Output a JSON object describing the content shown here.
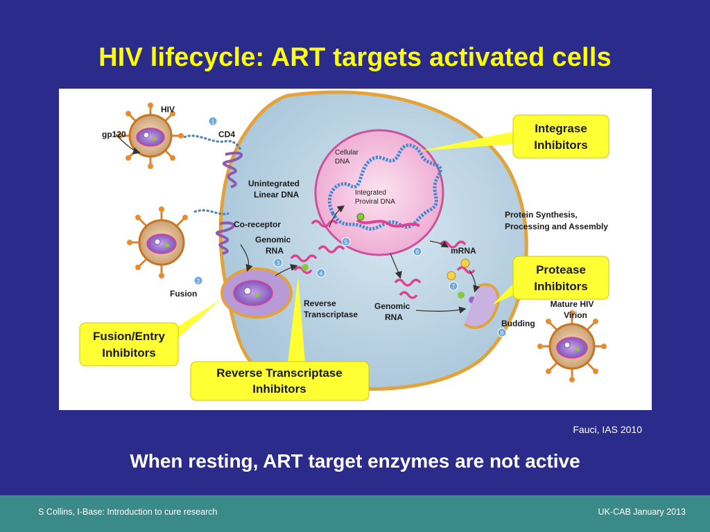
{
  "slide": {
    "title": "HIV lifecycle: ART targets activated cells",
    "credit": "Fauci, IAS 2010",
    "subtitle": "When resting, ART target enzymes are not active"
  },
  "footer": {
    "left": "S Collins, I-Base: Introduction to cure research",
    "right": "UK-CAB January 2013"
  },
  "diagram": {
    "labels": {
      "hiv": "HIV",
      "gp120": "gp120",
      "cd4": "CD4",
      "coreceptor": "Co-receptor",
      "fusion": "Fusion",
      "unintegrated_1": "Unintegrated",
      "unintegrated_2": "Linear DNA",
      "genomic_rna_1_a": "Genomic",
      "genomic_rna_1_b": "RNA",
      "reverse_1": "Reverse",
      "reverse_2": "Transcriptase",
      "cellular_dna_1": "Cellular",
      "cellular_dna_2": "DNA",
      "integrated_1": "Integrated",
      "integrated_2": "Proviral DNA",
      "genomic_rna_2_a": "Genomic",
      "genomic_rna_2_b": "RNA",
      "mrna": "mRNA",
      "protein_1": "Protein Synthesis,",
      "protein_2": "Processing and Assembly",
      "budding": "Budding",
      "mature_1": "Mature HIV",
      "mature_2": "Virion"
    },
    "steps": [
      "1",
      "2",
      "3",
      "4",
      "5",
      "6",
      "7",
      "8"
    ],
    "callouts": {
      "integrase_1": "Integrase",
      "integrase_2": "Inhibitors",
      "protease_1": "Protease",
      "protease_2": "Inhibitors",
      "fusion_entry_1": "Fusion/Entry",
      "fusion_entry_2": "Inhibitors",
      "rt_1": "Reverse Transcriptase",
      "rt_2": "Inhibitors"
    },
    "colors": {
      "cell_fill": "#c7dbe8",
      "membrane": "#e3a23a",
      "nucleus": "#f6c7e3",
      "rna": "#e0408f",
      "dna": "#3d8ad1",
      "callout": "#ffff33",
      "virion": "#d9832f"
    }
  }
}
